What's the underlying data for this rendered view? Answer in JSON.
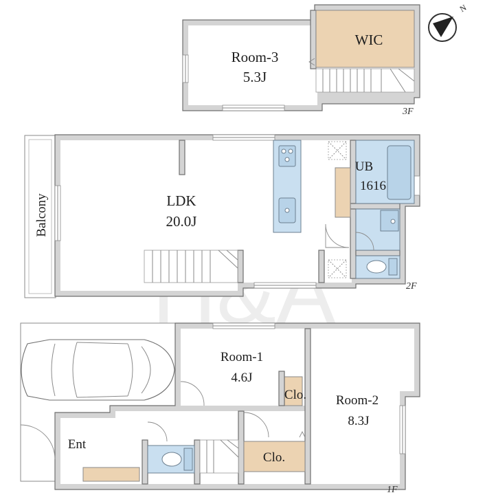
{
  "watermark": "H&A",
  "compass": {
    "label": "N"
  },
  "floors": {
    "third": {
      "label": "3F",
      "rooms": {
        "room3_name": "Room-3",
        "room3_size": "5.3J",
        "wic": "WIC"
      }
    },
    "second": {
      "label": "2F",
      "rooms": {
        "ldk_name": "LDK",
        "ldk_size": "20.0J",
        "ub_name": "UB",
        "ub_size": "1616",
        "balcony": "Balcony"
      }
    },
    "first": {
      "label": "1F",
      "rooms": {
        "room1_name": "Room-1",
        "room1_size": "4.6J",
        "clo1": "Clo.",
        "room2_name": "Room-2",
        "room2_size": "8.3J",
        "clo2": "Clo.",
        "ent": "Ent"
      }
    }
  },
  "colors": {
    "wall": "#d4d4d4",
    "wood_storage": "#ecd3b2",
    "water_fixture": "#c9dff0"
  }
}
